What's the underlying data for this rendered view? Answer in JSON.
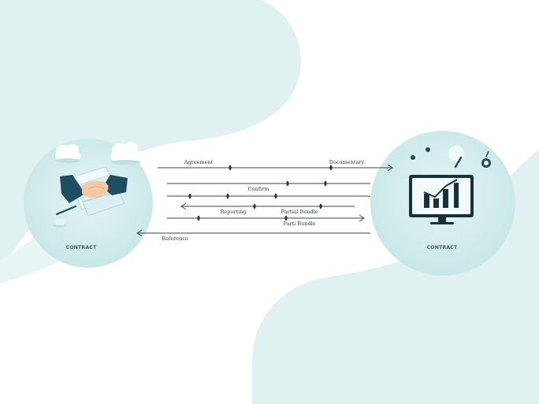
{
  "nodes": {
    "left": {
      "label": "CONTRACT",
      "icon": "handshake-icon"
    },
    "right": {
      "label": "CONTRACT",
      "icon": "monitor-chart-icon"
    }
  },
  "flows": {
    "agreement": "Agreement",
    "documentary": "Documentary",
    "confirm": "Confirm",
    "reporting": "Reporting",
    "partial_bundle": "Partial Bundle",
    "partial_bundle_upper": "Parti Bundle",
    "reference": "Reference"
  },
  "colors": {
    "background": "#ffffff",
    "blob": "#dff1f1",
    "circle": "#cfeaea",
    "accent": "#1f4e5f"
  }
}
